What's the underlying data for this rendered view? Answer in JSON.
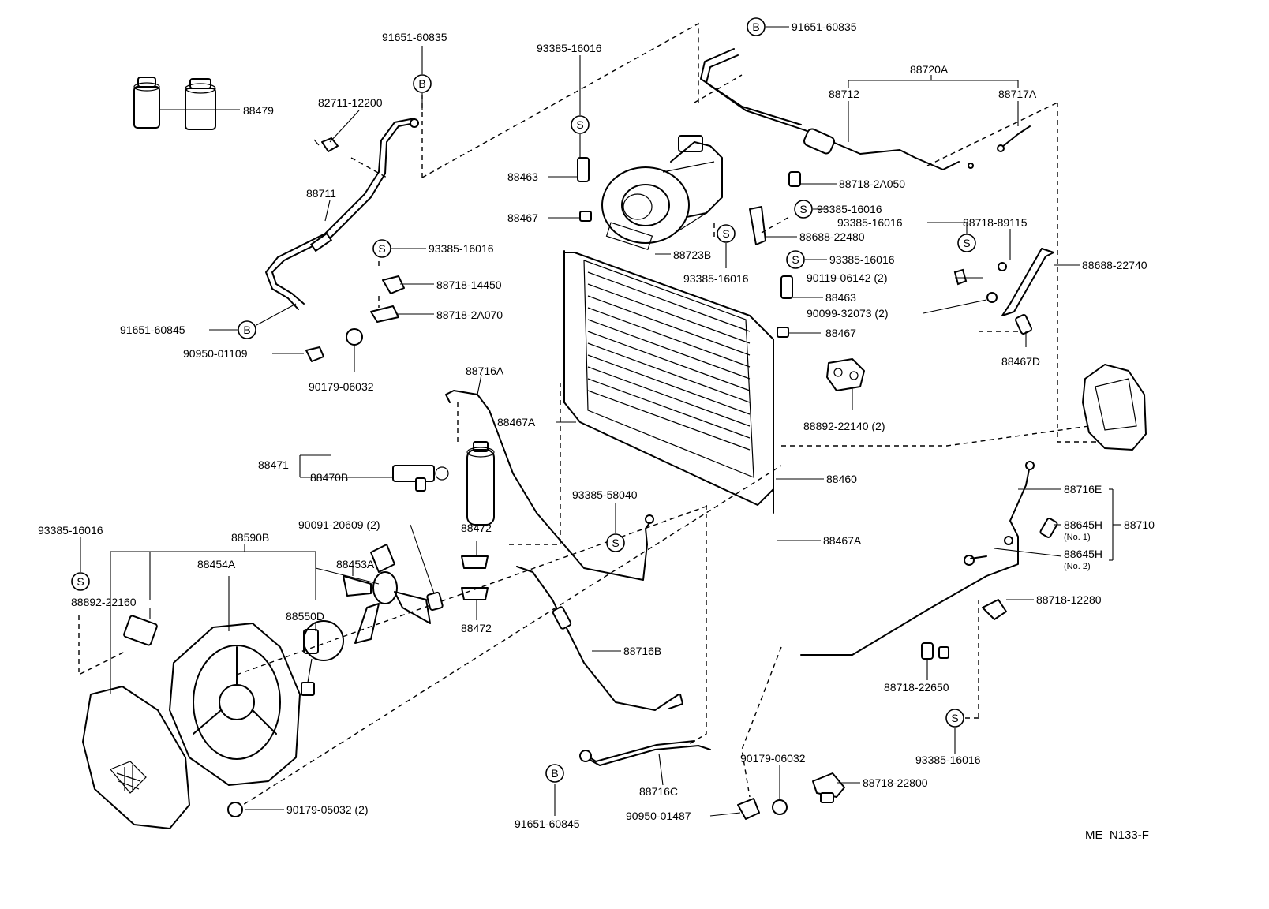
{
  "diagram_code": "ME  N133-F",
  "markers": {
    "b": "B",
    "s": "S"
  },
  "labels": {
    "p88479": "88479",
    "p82711_12200": "82711-12200",
    "p91651_60835_top": "91651-60835",
    "p88711": "88711",
    "p91651_60845_left": "91651-60845",
    "p93385_16016_a": "93385-16016",
    "p88718_14450": "88718-14450",
    "p88718_2a070": "88718-2A070",
    "p90950_01109": "90950-01109",
    "p90179_06032_left": "90179-06032",
    "p93385_16016_b": "93385-16016",
    "p88463_a": "88463",
    "p88467_a": "88467",
    "p88723b": "88723B",
    "p93385_16016_c": "93385-16016",
    "p91651_60835_right": "91651-60835",
    "p88720a": "88720A",
    "p88712": "88712",
    "p88717a": "88717A",
    "p88718_2a050": "88718-2A050",
    "p93385_16016_d": "93385-16016",
    "p88688_22480": "88688-22480",
    "p93385_16016_e": "93385-16016",
    "p88718_89115": "88718-89115",
    "p88688_22740": "88688-22740",
    "p93385_16016_f": "93385-16016",
    "p90119_06142": "90119-06142 (2)",
    "p88463_b": "88463",
    "p90099_32073": "90099-32073 (2)",
    "p88467_b": "88467",
    "p88467d": "88467D",
    "p88892_22140": "88892-22140 (2)",
    "p88716a": "88716A",
    "p88467a_a": "88467A",
    "p88471": "88471",
    "p88470b": "88470B",
    "p88460": "88460",
    "p93385_58040": "93385-58040",
    "p88467a_b": "88467A",
    "p90091_20609": "90091-20609 (2)",
    "p88472_a": "88472",
    "p88472_b": "88472",
    "p93385_16016_g": "93385-16016",
    "p88590b": "88590B",
    "p88454a": "88454A",
    "p88453a": "88453A",
    "p88892_22160": "88892-22160",
    "p88550d": "88550D",
    "p88716e": "88716E",
    "p88645h_1": "88645H",
    "p88645h_1_note": "(No. 1)",
    "p88710": "88710",
    "p88645h_2": "88645H",
    "p88645h_2_note": "(No. 2)",
    "p88718_12280": "88718-12280",
    "p88716b": "88716B",
    "p88718_22650": "88718-22650",
    "p93385_16016_h": "93385-16016",
    "p90179_06032_right": "90179-06032",
    "p88718_22800": "88718-22800",
    "p88716c": "88716C",
    "p91651_60845_bottom": "91651-60845",
    "p90950_01487": "90950-01487",
    "p90179_05032": "90179-05032 (2)"
  }
}
